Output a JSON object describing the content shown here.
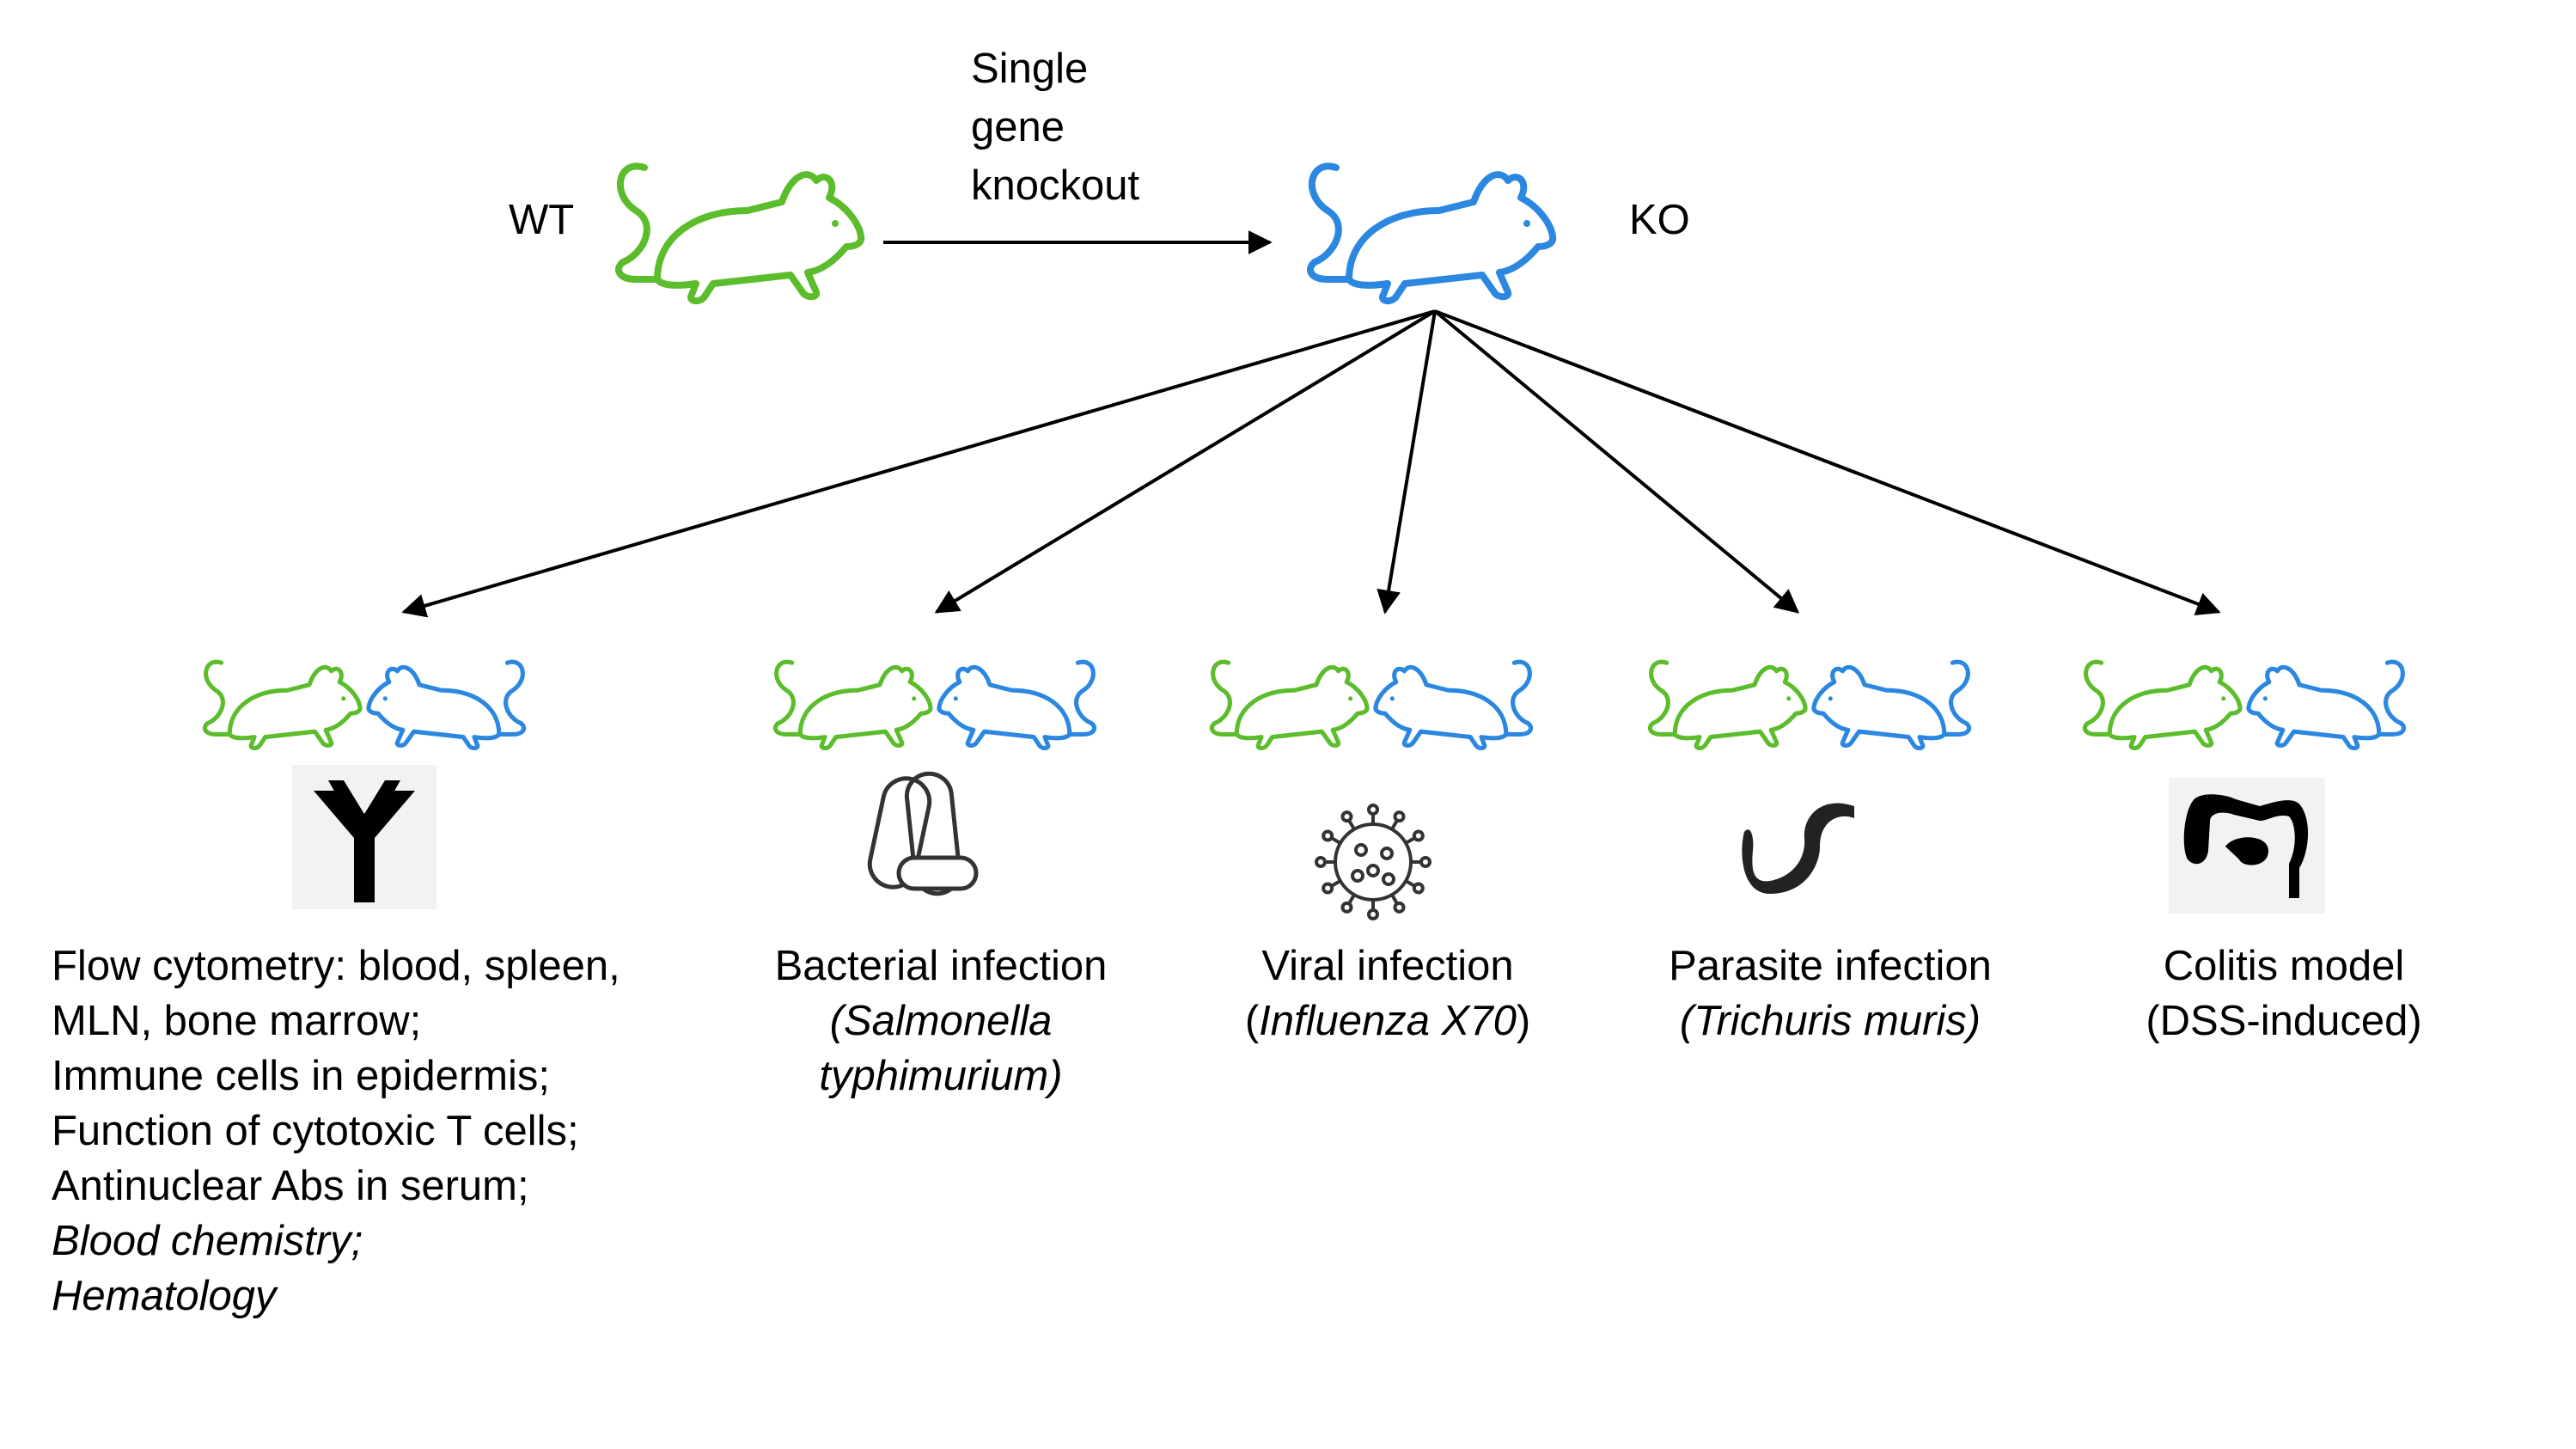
{
  "colors": {
    "wt": "#5cbd2c",
    "ko": "#2b87e0",
    "arrow": "#000000",
    "icon_bg": "#f2f2f2"
  },
  "top": {
    "wt_label": "WT",
    "ko_label": "KO",
    "arrow_label": [
      "Single",
      "gene",
      "knockout"
    ]
  },
  "panels": [
    {
      "icon": "antibody-icon",
      "lines": [
        {
          "text": "Flow cytometry: blood, spleen,",
          "italic": false
        },
        {
          "text": "MLN, bone marrow;",
          "italic": false
        },
        {
          "text": "Immune cells in epidermis;",
          "italic": false
        },
        {
          "text": "Function of cytotoxic T cells;",
          "italic": false
        },
        {
          "text": "Antinuclear Abs in serum;",
          "italic": false
        },
        {
          "text": "Blood chemistry;",
          "italic": true
        },
        {
          "text": "Hematology",
          "italic": true
        }
      ]
    },
    {
      "icon": "bacteria-icon",
      "lines": [
        {
          "text": "Bacterial infection",
          "italic": false
        },
        {
          "text": "(Salmonella",
          "italic": true
        },
        {
          "text": "typhimurium)",
          "italic": true
        }
      ]
    },
    {
      "icon": "virus-icon",
      "lines": [
        {
          "text": "Viral infection",
          "italic": false
        },
        {
          "parts": [
            {
              "text": "(",
              "italic": false
            },
            {
              "text": "Influenza X70",
              "italic": true
            },
            {
              "text": ")",
              "italic": false
            }
          ]
        }
      ]
    },
    {
      "icon": "worm-icon",
      "lines": [
        {
          "text": "Parasite infection",
          "italic": false
        },
        {
          "text": "(Trichuris muris)",
          "italic": true
        }
      ]
    },
    {
      "icon": "intestine-icon",
      "lines": [
        {
          "text": "Colitis model",
          "italic": false
        },
        {
          "text": "(DSS-induced)",
          "italic": false
        }
      ]
    }
  ]
}
